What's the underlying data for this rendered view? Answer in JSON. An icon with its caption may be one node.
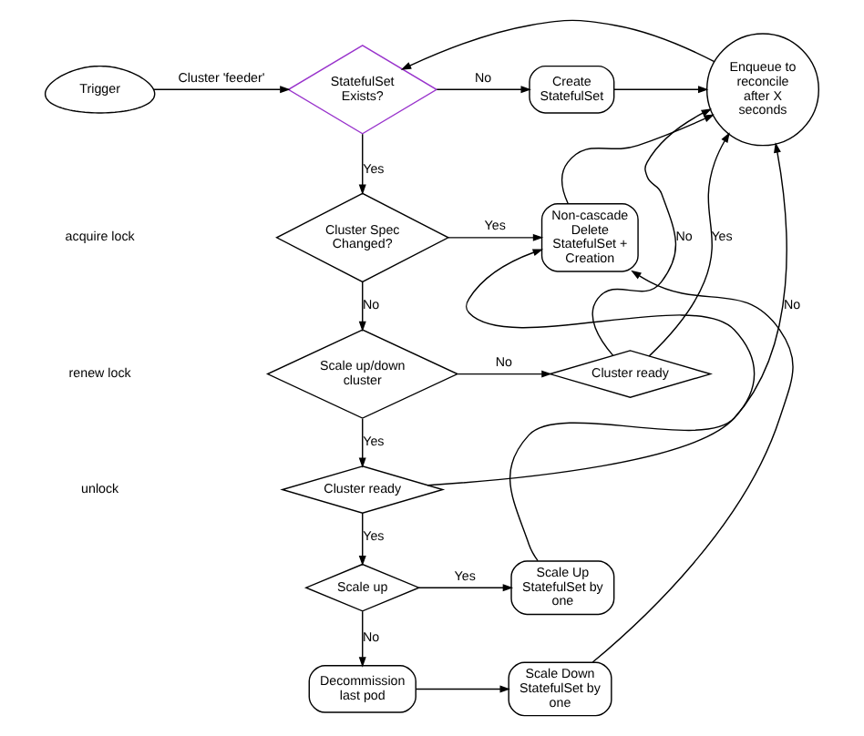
{
  "diagram": {
    "nodes": [
      {
        "text": [
          "Trigger"
        ]
      },
      {
        "text": [
          "StatefulSet Exists?"
        ]
      },
      {
        "text": [
          "Create StatefulSet"
        ]
      },
      {
        "text": [
          "Enqueue to reconcile after X seconds"
        ]
      },
      {
        "text": [
          "Cluster Spec Changed?"
        ]
      },
      {
        "text": [
          "Non-cascade Delete StatefulSet + Creation"
        ]
      },
      {
        "text": [
          "Scale up/down cluster"
        ]
      },
      {
        "text": [
          "Cluster ready"
        ]
      },
      {
        "text": [
          "Cluster ready"
        ]
      },
      {
        "text": [
          "Scale up"
        ]
      },
      {
        "text": [
          "Scale Up StatefulSet by one"
        ]
      },
      {
        "text": [
          "Decommission last pod"
        ]
      },
      {
        "text": [
          "Scale Down StatefulSet by one"
        ]
      }
    ],
    "edges": [
      {
        "from": 0,
        "to": 1,
        "arrow": "to",
        "label": "Cluster 'feeder'"
      },
      {
        "from": 1,
        "to": 2,
        "arrow": "to",
        "label": "No"
      },
      {
        "from": 2,
        "to": 3,
        "arrow": "to"
      },
      {
        "from": 3,
        "to": 1,
        "arrow": "to"
      },
      {
        "from": 1,
        "to": 4,
        "arrow": "to",
        "label": "Yes"
      },
      {
        "from": 4,
        "to": 5,
        "arrow": "to",
        "label": "Yes"
      },
      {
        "from": 5,
        "to": 3,
        "arrow": "to"
      },
      {
        "from": 4,
        "to": 6,
        "arrow": "to",
        "label": "No"
      },
      {
        "from": 6,
        "to": 7,
        "arrow": "to",
        "label": "No"
      },
      {
        "from": 7,
        "to": 3,
        "arrow": "to",
        "label": "No"
      },
      {
        "from": 7,
        "to": 3,
        "arrow": "to",
        "label": "Yes"
      },
      {
        "from": 6,
        "to": 8,
        "arrow": "to",
        "label": "Yes"
      },
      {
        "from": 8,
        "to": 3,
        "arrow": "to",
        "label": "No"
      },
      {
        "from": 8,
        "to": 9,
        "arrow": "to",
        "label": "Yes"
      },
      {
        "from": 9,
        "to": 10,
        "arrow": "to",
        "label": "Yes"
      },
      {
        "from": 10,
        "to": 5,
        "arrow": "to"
      },
      {
        "from": 9,
        "to": 11,
        "arrow": "to",
        "label": "No"
      },
      {
        "from": 11,
        "to": 12,
        "arrow": "to"
      },
      {
        "from": 12,
        "to": 5,
        "arrow": "to"
      }
    ],
    "legend": [
      {
        "text": "acquire lock"
      },
      {
        "text": "renew lock"
      },
      {
        "text": "unlock"
      }
    ]
  }
}
